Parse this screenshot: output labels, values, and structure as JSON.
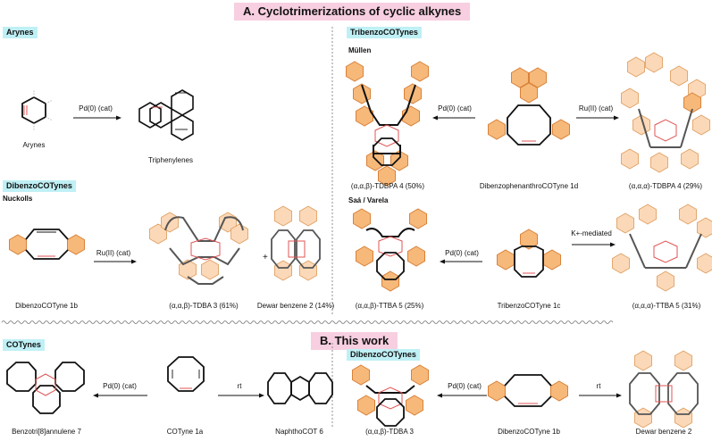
{
  "section_a": {
    "banner": "A. Cyclotrimerizations of cyclic alkynes",
    "arynes": {
      "tag": "Arynes",
      "reactant": "Arynes",
      "condition": "Pd(0) (cat)",
      "product": "Triphenylenes"
    },
    "tribenzo": {
      "tag": "TribenzoCOTynes",
      "group_mullen": "Müllen",
      "reactant_1d": "DibenzophenanthroCOTyne 1d",
      "cond_pd": "Pd(0) (cat)",
      "cond_ru": "Ru(II) (cat)",
      "product_left": "(α,α,β)-TDBPA 4 (50%)",
      "product_right": "(α,α,α)-TDBPA 4 (29%)",
      "group_saa": "Saá / Varela",
      "reactant_1c": "TribenzoCOTyne 1c",
      "cond_pd2": "Pd(0) (cat)",
      "cond_k": "K+-mediated",
      "product_ttba_left": "(α,α,β)-TTBA 5 (25%)",
      "product_ttba_right": "(α,α,α)-TTBA 5 (31%)"
    },
    "dibenzo": {
      "tag": "DibenzoCOTynes",
      "group": "Nuckolls",
      "reactant": "DibenzoCOTyne 1b",
      "condition": "Ru(II) (cat)",
      "product_tdba": "(α,α,β)-TDBA 3 (61%)",
      "plus": "+",
      "product_dewar": "Dewar benzene 2 (14%)"
    }
  },
  "section_b": {
    "banner": "B. This work",
    "cotynes": {
      "tag": "COTynes",
      "product": "Benzotri[8]annulene 7",
      "cond_pd": "Pd(0) (cat)",
      "reactant": "COTyne 1a",
      "cond_rt": "rt",
      "product_right": "NaphthoCOT 6"
    },
    "dibenzo": {
      "tag": "DibenzoCOTynes",
      "product_left": "(α,α,β)-TDBA 3",
      "cond_pd": "Pd(0) (cat)",
      "reactant": "DibenzoCOTyne 1b",
      "cond_rt": "rt",
      "product_right": "Dewar benzene 2"
    }
  },
  "colors": {
    "banner_bg": "#f7cfe0",
    "tag_bg": "#bff0f5",
    "ring_fill": "#f6b97a",
    "ring_stroke": "#e08a3c",
    "bond_gray": "#555555",
    "alkyne_red": "#e05555"
  }
}
